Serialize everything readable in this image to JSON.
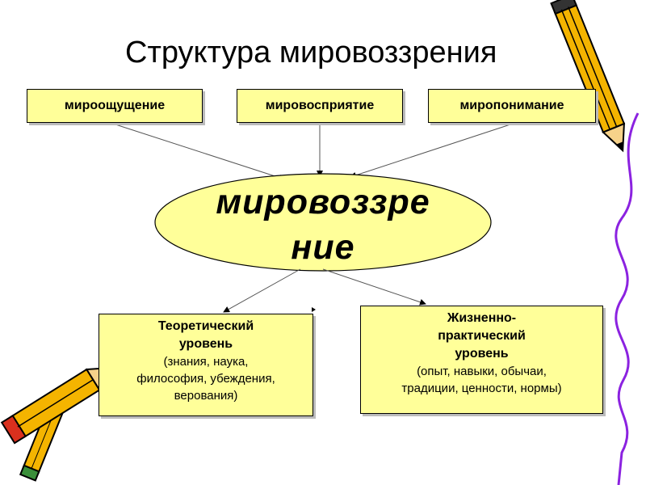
{
  "title": "Структура мировоззрения",
  "top_boxes": [
    "мироощущение",
    "мировосприятие",
    "миропонимание"
  ],
  "center": {
    "line1": "мировоззре",
    "line2": "ние"
  },
  "bottom_left": {
    "head1": "Теоретический",
    "head2": "уровень",
    "body1": "(знания, наука,",
    "body2": "философия, убеждения,",
    "body3": "верования)"
  },
  "bottom_right": {
    "head1": "Жизненно-",
    "head2": "практический",
    "head3": "уровень",
    "body1": "(опыт, навыки, обычаи,",
    "body2": "традиции, ценности, нормы)"
  },
  "colors": {
    "box_fill": "#ffff99",
    "ellipse_fill": "#ffff99",
    "decoration_line": "#8b22e0",
    "pencil_body": "#f4b400",
    "pencil_outline": "#000000"
  },
  "icons": [
    "pencil-icon",
    "pencil-icon",
    "pencil-icon"
  ]
}
